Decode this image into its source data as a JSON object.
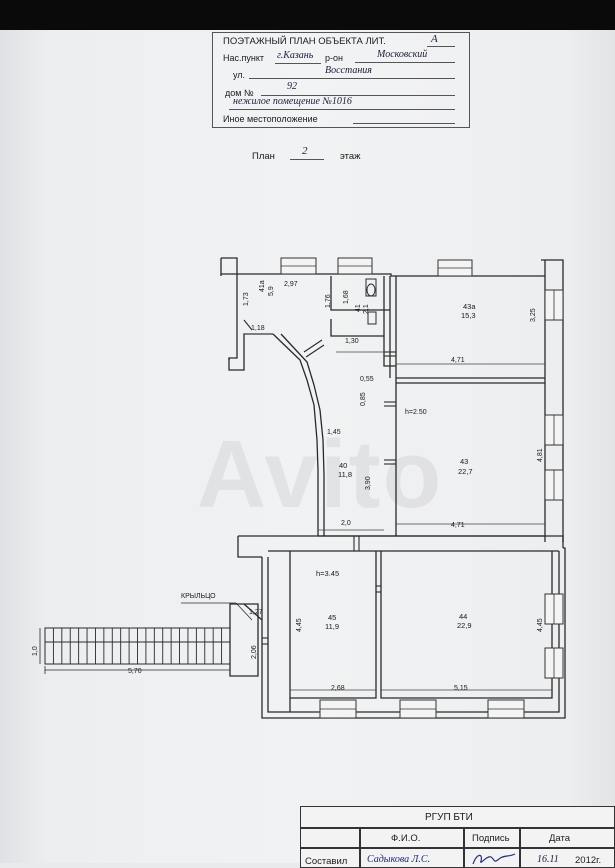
{
  "header": {
    "title": "ПОЭТАЖНЫЙ ПЛАН ОБЪЕКТА ЛИТ.",
    "lit_value": "А",
    "locality_label": "Нас.пункт",
    "locality_value": "г.Казань",
    "district_label": "р-он",
    "district_value": "Московский",
    "street_label": "ул.",
    "street_value": "Восстания",
    "house_label": "дом №",
    "house_value": "92",
    "premise_value": "нежилое помещение №1016",
    "other_label": "Иное местоположение"
  },
  "plan": {
    "label": "План",
    "floor_value": "2",
    "floor_label": "этаж"
  },
  "rooms": [
    {
      "id": "41a",
      "number": "41а",
      "area": "5,9"
    },
    {
      "id": "41",
      "number": "41",
      "area": "2,1"
    },
    {
      "id": "43a",
      "number": "43а",
      "area": "15,3"
    },
    {
      "id": "40",
      "number": "40",
      "area": "11,8"
    },
    {
      "id": "43",
      "number": "43",
      "area": "22,7"
    },
    {
      "id": "45",
      "number": "45",
      "area": "11,9"
    },
    {
      "id": "44",
      "number": "44",
      "area": "22,9"
    }
  ],
  "dimensions": {
    "d297": "2,97",
    "d173": "1,73",
    "d118": "1,18",
    "d176": "1,76",
    "d168": "1,68",
    "d130": "1,30",
    "d325": "3,25",
    "d471a": "4,71",
    "d055": "0,55",
    "d085": "0,85",
    "d145": "1,45",
    "h250": "h=2.50",
    "d481": "4,81",
    "d390": "3,90",
    "d471b": "4,71",
    "d20": "2,0",
    "h345": "h=3.45",
    "d127": "1,27",
    "d445a": "4,45",
    "d206": "2,06",
    "d268": "2,68",
    "d515": "5,15",
    "d445b": "4,45",
    "d10": "1,0",
    "d570": "5,70",
    "porch": "КРЫЛЬЦО"
  },
  "stamp": {
    "org": "РГУП БТИ",
    "fio_header": "Ф.И.О.",
    "sign_header": "Подпись",
    "date_header": "Дата",
    "role": "Составил",
    "name": "Садыкова Л.С.",
    "date": "16.11",
    "year": "2012г."
  }
}
